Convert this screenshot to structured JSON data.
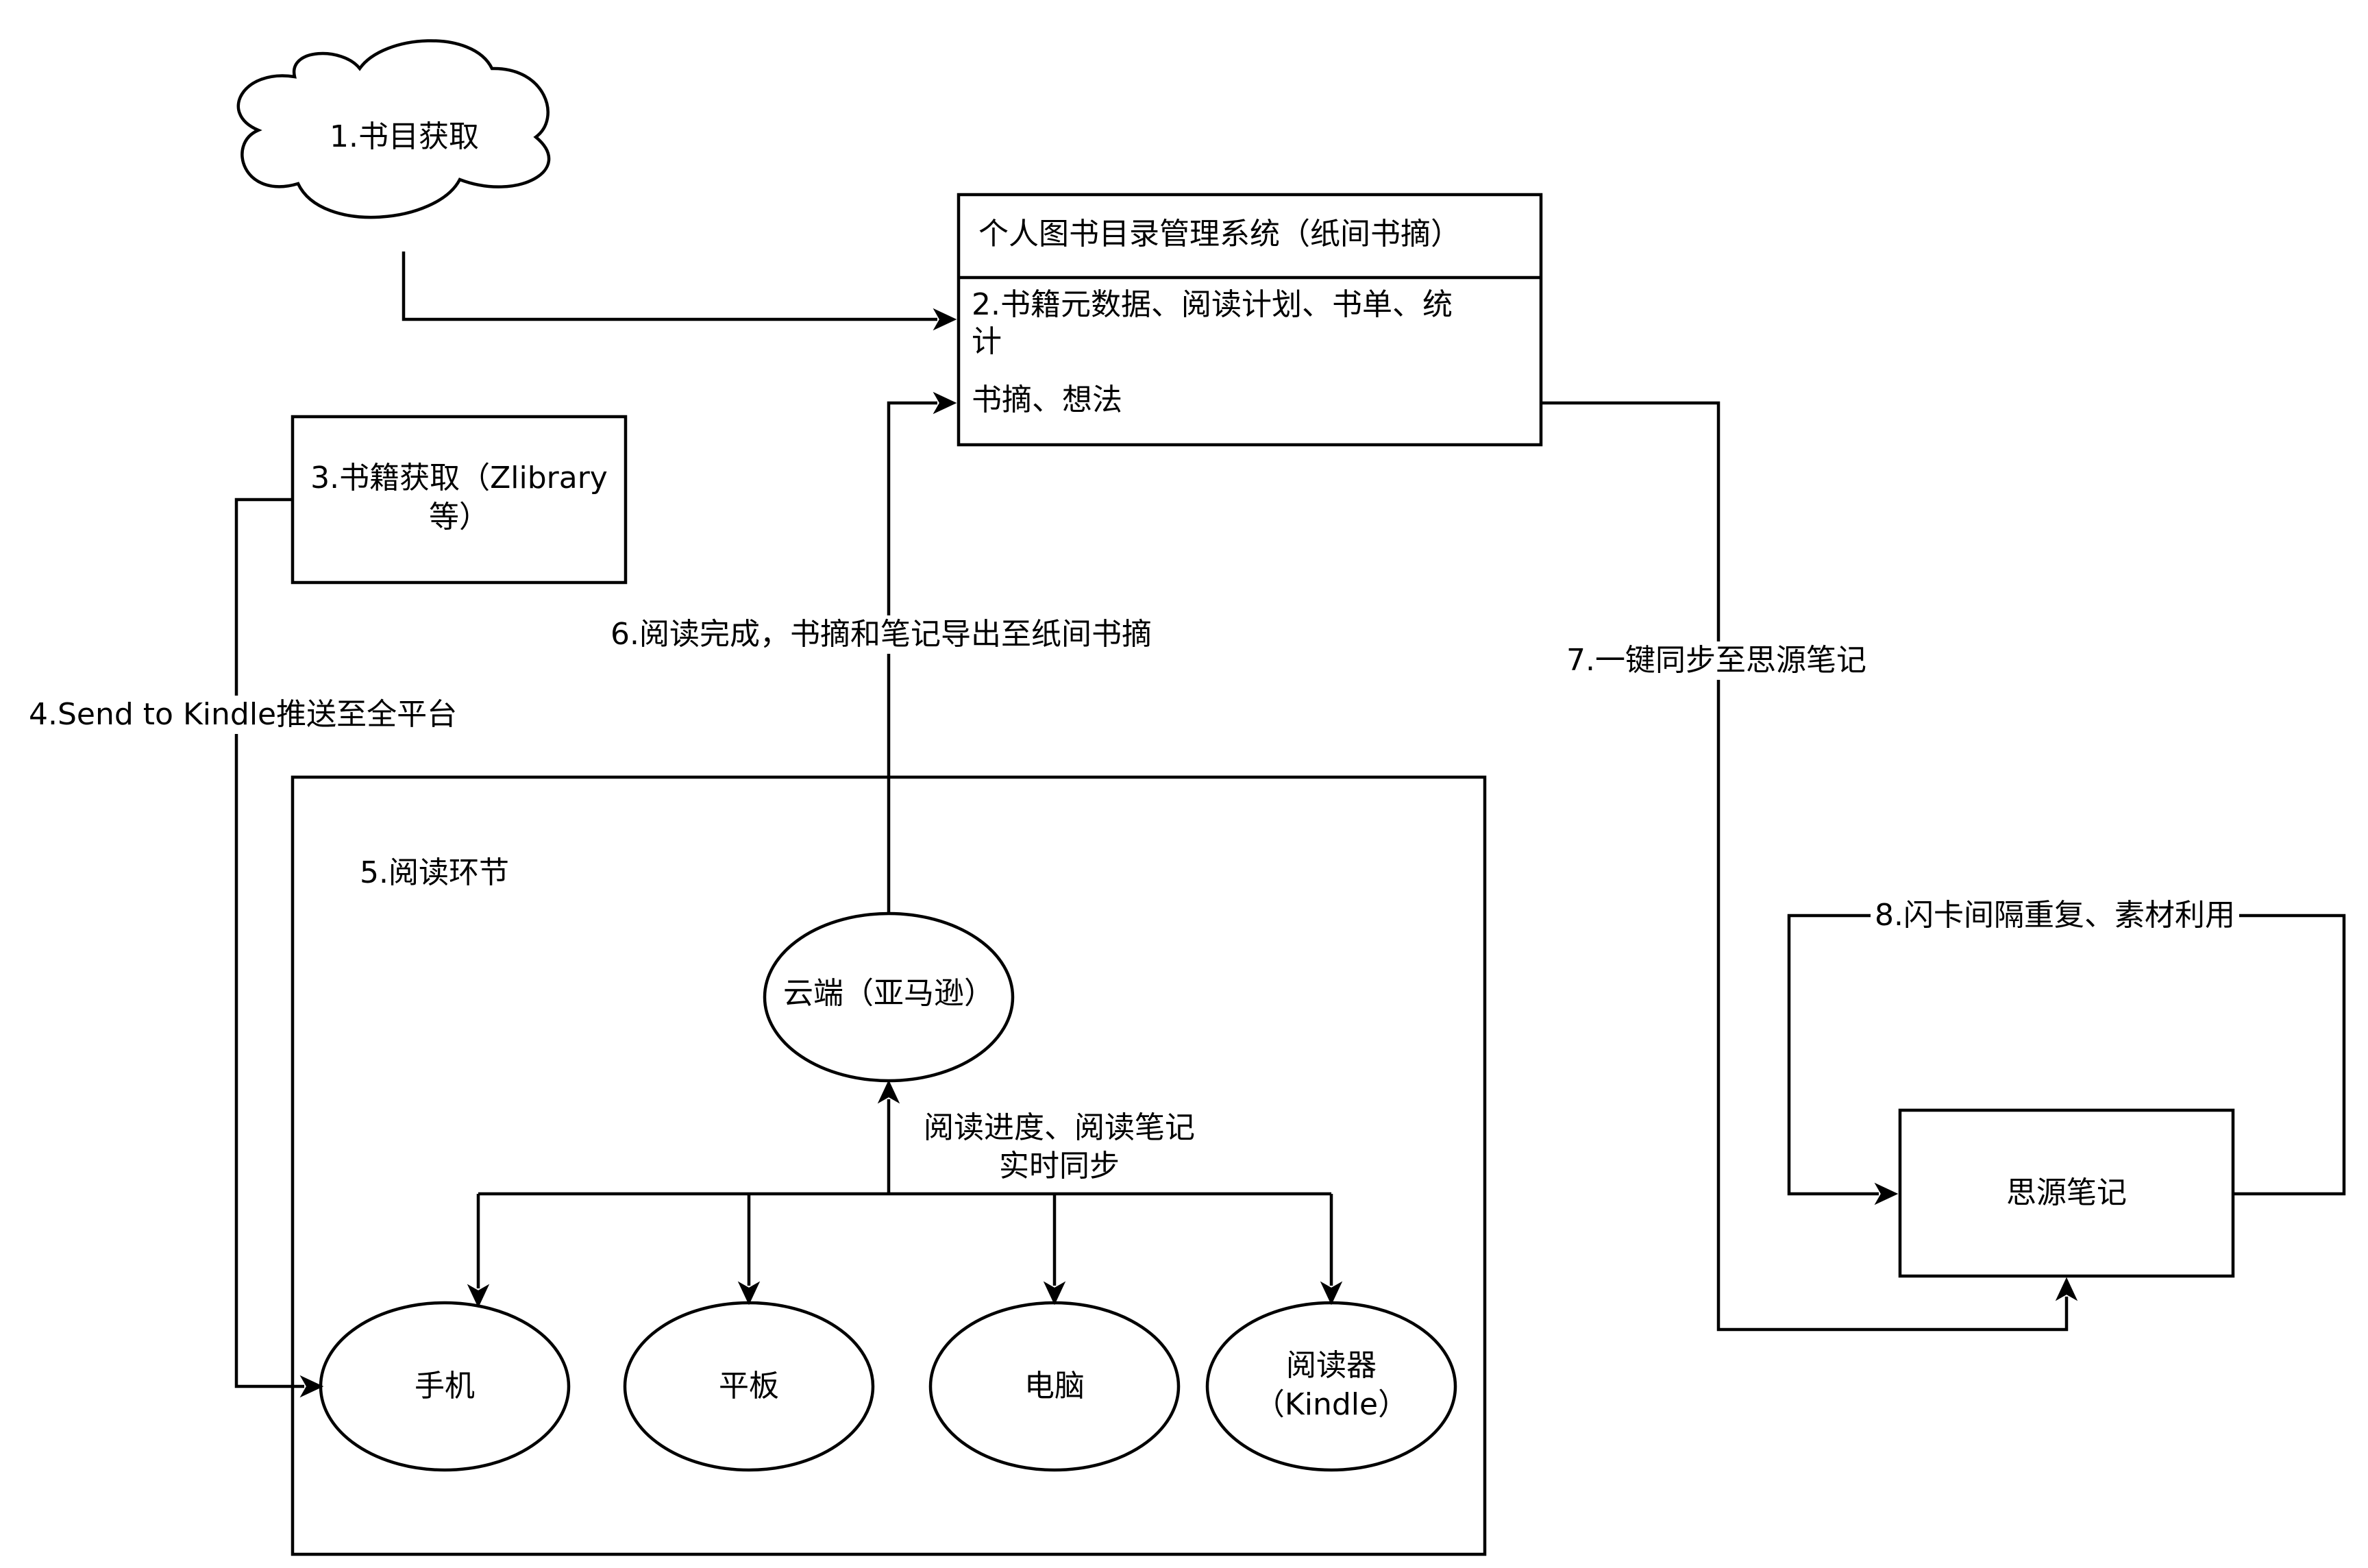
{
  "diagram": {
    "source_catalog": "1.书目获取",
    "catalog_system": {
      "title": "个人图书目录管理系统（纸间书摘）",
      "row_metadata_line1": "2.书籍元数据、阅读计划、书单、统",
      "row_metadata_line2": "计",
      "row_excerpts": "书摘、想法"
    },
    "book_source": {
      "line1": "3.书籍获取（Zlibrary",
      "line2": "等）"
    },
    "edges": {
      "send_to_kindle": "4.Send to Kindle推送至全平台",
      "export_excerpts": "6.阅读完成，书摘和笔记导出至纸间书摘",
      "sync_siyuan": "7.一键同步至思源笔记",
      "flashcards": "8.闪卡间隔重复、素材利用",
      "sync_line1": "阅读进度、阅读笔记",
      "sync_line2": "实时同步"
    },
    "reading_stage": {
      "title": "5.阅读环节",
      "cloud": "云端（亚马逊）",
      "devices": {
        "phone": "手机",
        "tablet": "平板",
        "computer": "电脑",
        "reader_line1": "阅读器",
        "reader_line2": "（Kindle）"
      }
    },
    "notes_app": "思源笔记"
  }
}
